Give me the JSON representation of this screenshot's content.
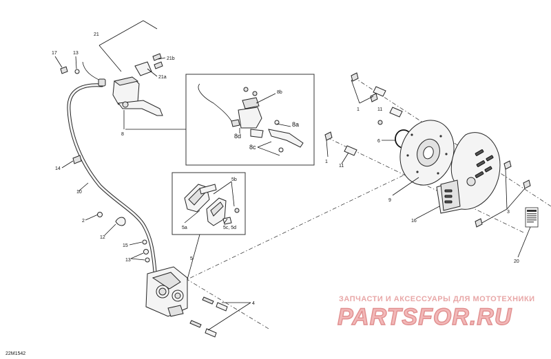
{
  "diagram_code": "22M1542",
  "callouts": {
    "c1a": "1",
    "c1b": "1",
    "c2": "2",
    "c3": "3",
    "c4": "4",
    "c5": "5",
    "c5a": "5a",
    "c5b": "5b",
    "c5cd": "5c, 5d",
    "c6": "6",
    "c8": "8",
    "c8a": "8a",
    "c8b": "8b",
    "c8c": "8c",
    "c8d": "8d",
    "c9": "9",
    "c10": "10",
    "c11a": "11",
    "c11b": "11",
    "c12": "12",
    "c13a": "13",
    "c13b": "13",
    "c14": "14",
    "c15": "15",
    "c16": "16",
    "c17": "17",
    "c20": "20",
    "c21": "21",
    "c21a": "21a",
    "c21b": "21b"
  },
  "watermark": {
    "tagline": "ЗАПЧАСТИ И АКСЕССУАРЫ ДЛЯ МОТОТЕХНИКИ",
    "logo": "PARTSFOR.RU"
  }
}
